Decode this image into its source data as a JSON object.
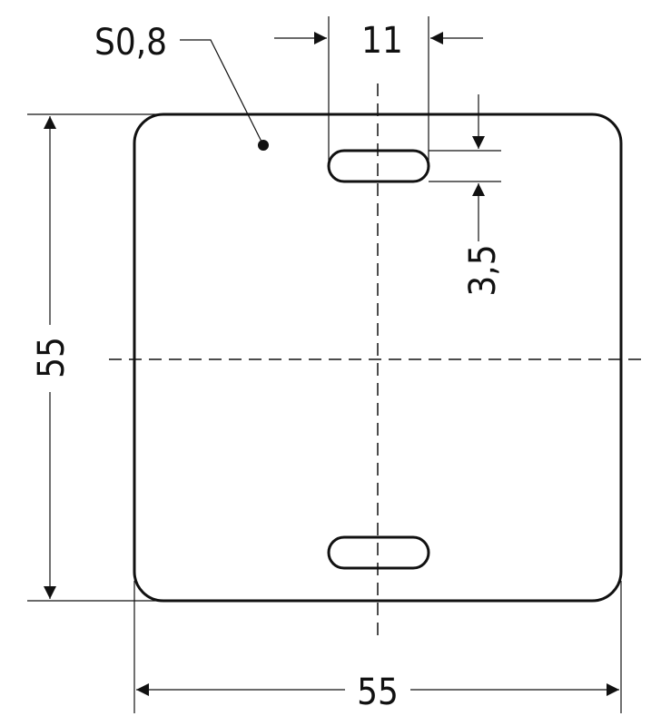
{
  "diagram": {
    "dimensions": {
      "thickness_label": "S0,8",
      "slot_length_label": "11",
      "slot_width_label": "3,5",
      "height_label": "55",
      "width_label": "55"
    },
    "colors": {
      "line": "#111111",
      "background": "#ffffff"
    }
  }
}
